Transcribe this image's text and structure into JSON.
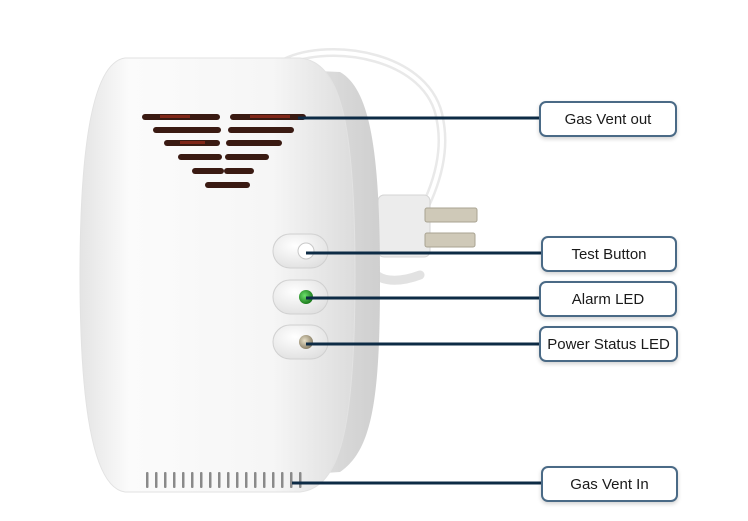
{
  "callouts": [
    {
      "id": "gas-vent-out",
      "label": "Gas Vent out"
    },
    {
      "id": "test-button",
      "label": "Test Button"
    },
    {
      "id": "alarm-led",
      "label": "Alarm LED"
    },
    {
      "id": "power-status-led",
      "label": "Power Status LED"
    },
    {
      "id": "gas-vent-in",
      "label": "Gas Vent In"
    }
  ],
  "colors": {
    "leader_line": "#0d2b45",
    "callout_border": "#4a6a86",
    "device_body": "#f7f7f7",
    "alarm_led": "#1f8a1f",
    "power_led": "#9a8e73"
  }
}
